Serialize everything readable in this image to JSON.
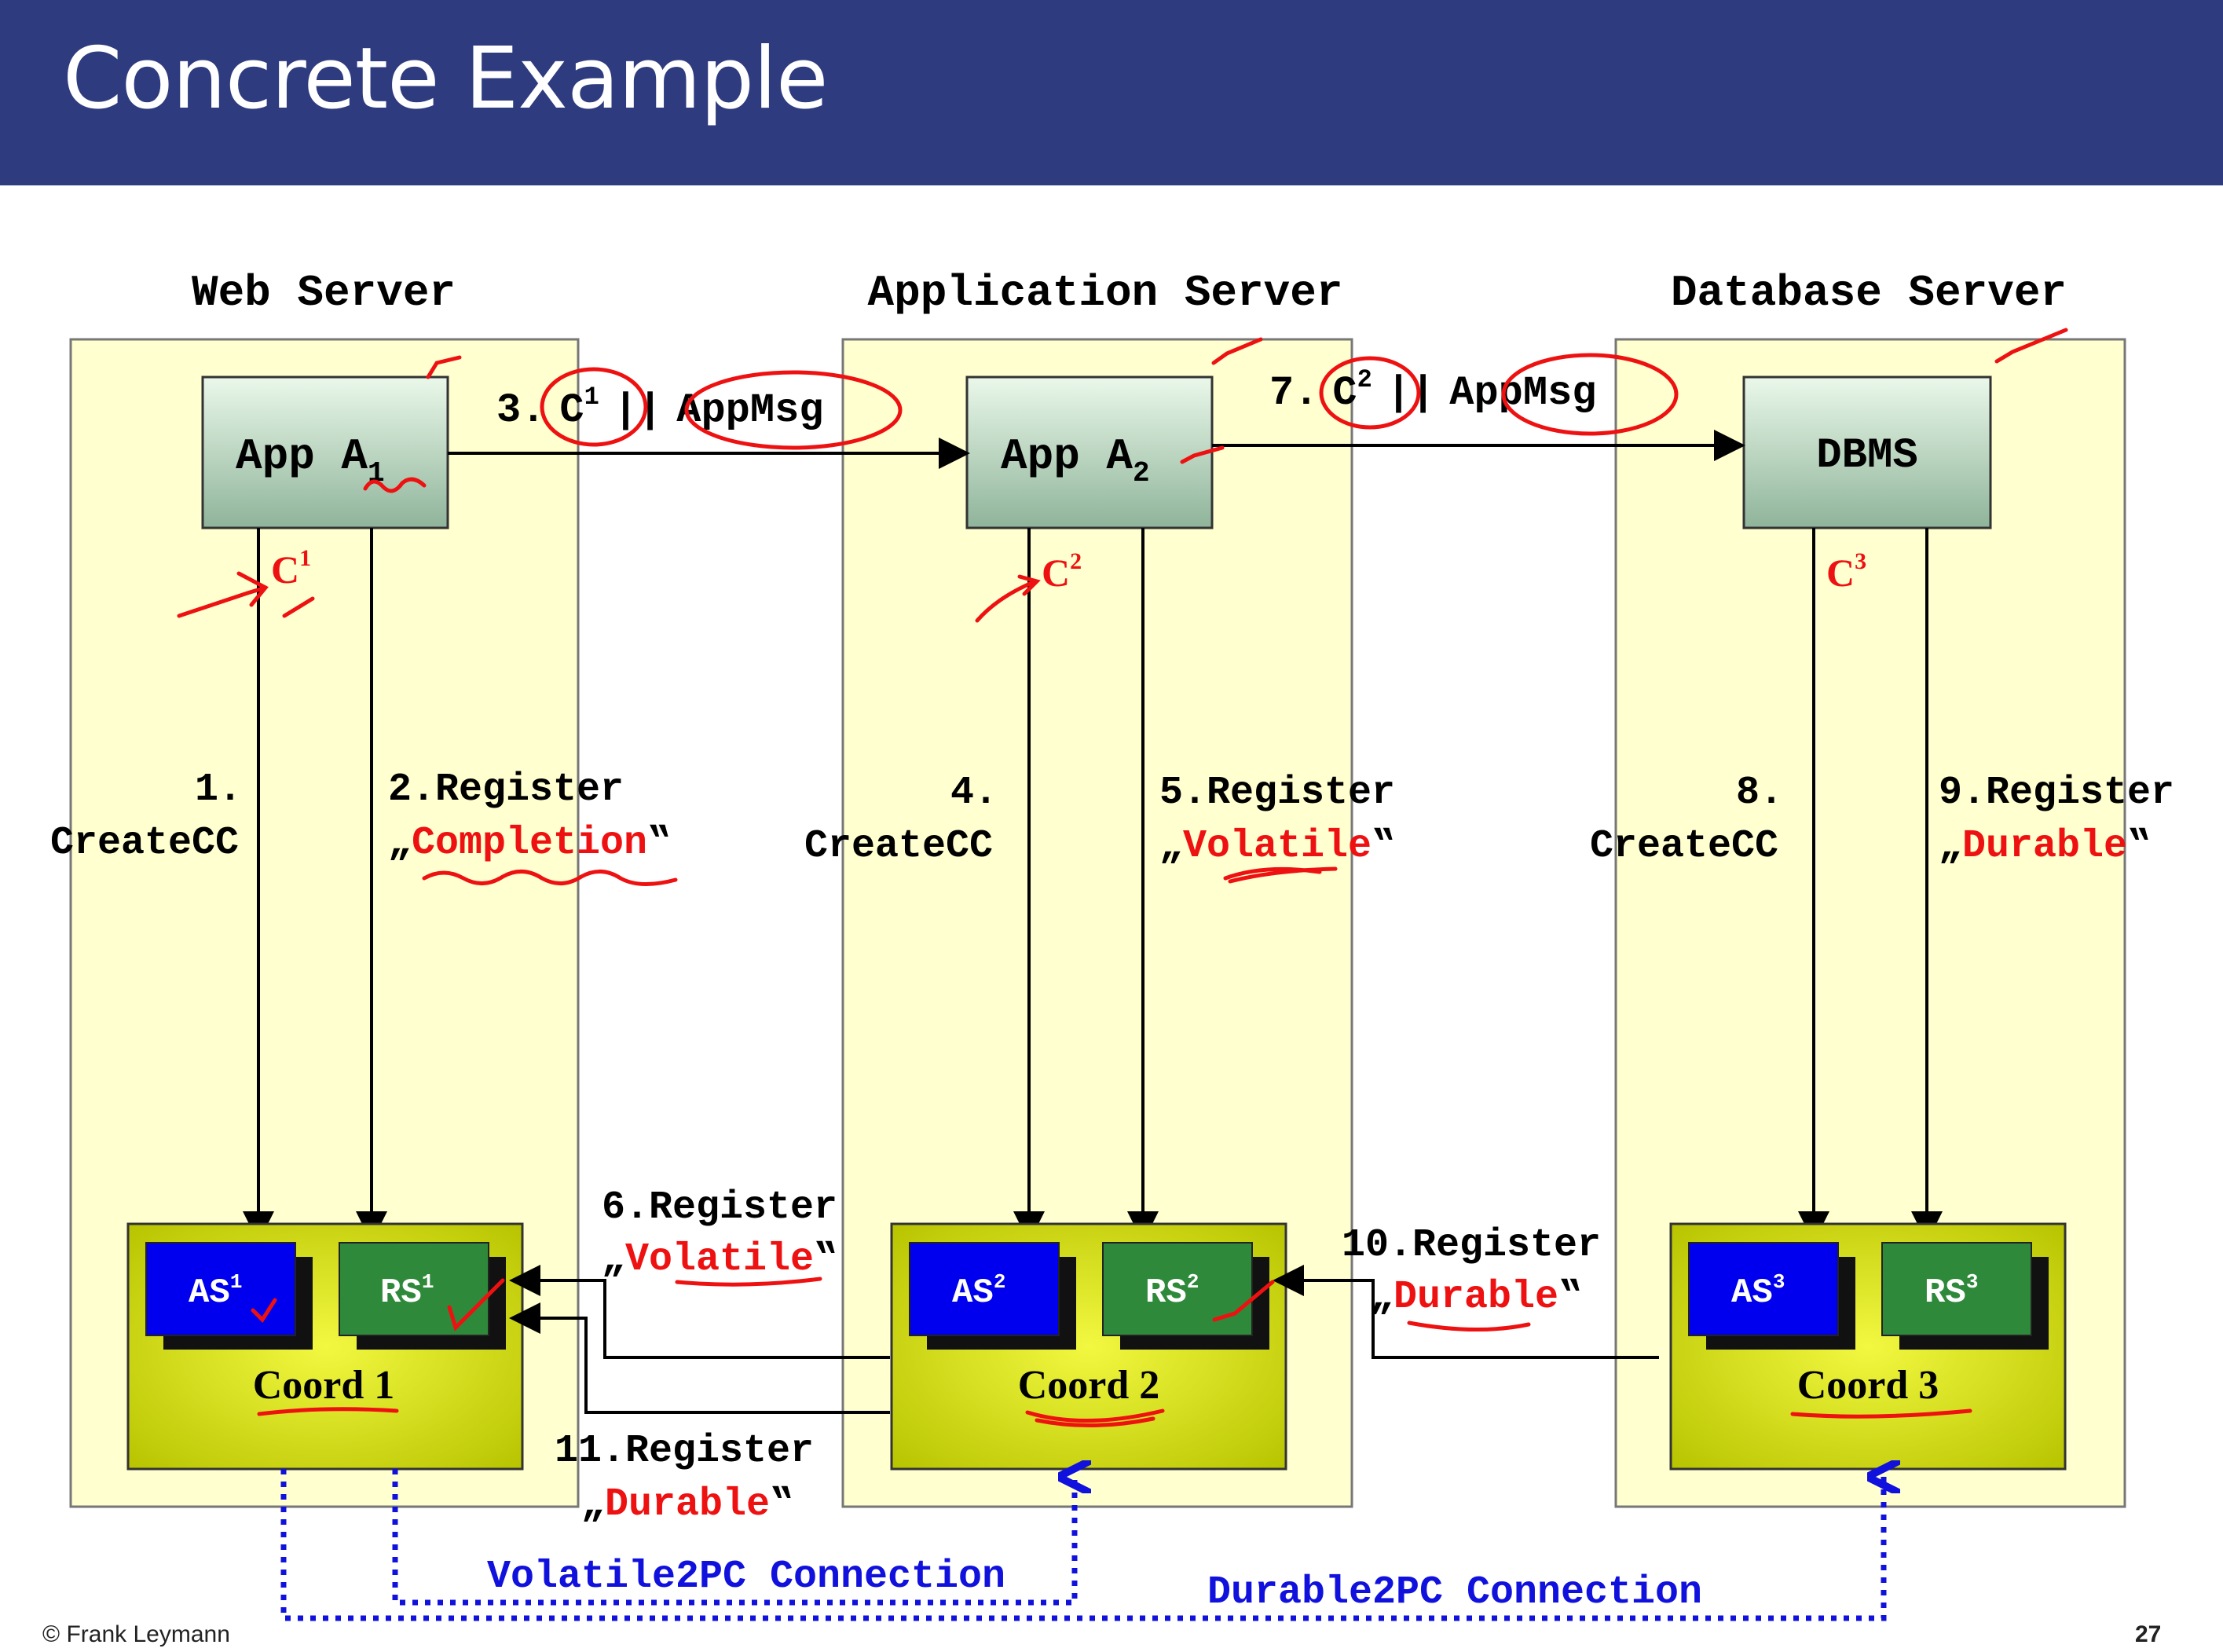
{
  "slide": {
    "title": "Concrete Example",
    "copyright": "© Frank Leymann",
    "page_number": "27"
  },
  "servers": {
    "web": "Web Server",
    "app": "Application Server",
    "db": "Database Server"
  },
  "apps": {
    "a1": "App A",
    "a1_sub": "1",
    "a2": "App A",
    "a2_sub": "2",
    "dbms": "DBMS"
  },
  "contexts": {
    "c_letter": "C",
    "c1_sup": "1",
    "c2_sup": "2",
    "c3_sup": "3"
  },
  "messages": {
    "m3_num": "3.",
    "m3_ctx": "C",
    "m3_ctx_sup": "1",
    "m3_sep": "||",
    "m3_msg": "AppMsg",
    "m7_num": "7.",
    "m7_ctx": "C",
    "m7_ctx_sup": "2",
    "m7_sep": "||",
    "m7_msg": "AppMsg"
  },
  "steps": {
    "s1_num": "1.",
    "s1_label": "CreateCC",
    "s2_label": "2.Register",
    "s2_value": "Completion",
    "s4_num": "4.",
    "s4_label": "CreateCC",
    "s5_label": "5.Register",
    "s5_value": "Volatile",
    "s6_label": "6.Register",
    "s6_value": "Volatile",
    "s8_num": "8.",
    "s8_label": "CreateCC",
    "s9_label": "9.Register",
    "s9_value": "Durable",
    "s10_label": "10.Register",
    "s10_value": "Durable",
    "s11_label": "11.Register",
    "s11_value": "Durable",
    "quote_open": "„",
    "quote_close": "‟"
  },
  "coordinators": {
    "coord1": "Coord 1",
    "coord2": "Coord 2",
    "coord3": "Coord 3",
    "as": "AS",
    "rs": "RS",
    "sup1": "1",
    "sup2": "2",
    "sup3": "3"
  },
  "connections": {
    "volatile": "Volatile2PC Connection",
    "durable": "Durable2PC Connection"
  },
  "colors": {
    "header": "#2e3b7e",
    "server_box": "#ffffd0",
    "app_box_top": "#eaf8ea",
    "app_box_bottom": "#8fb49a",
    "coord_box": "#d6e000",
    "as_blue": "#0000ee",
    "rs_green": "#2e8a3a",
    "annotation_red": "#ee1111",
    "dotted_blue": "#1111dd"
  }
}
